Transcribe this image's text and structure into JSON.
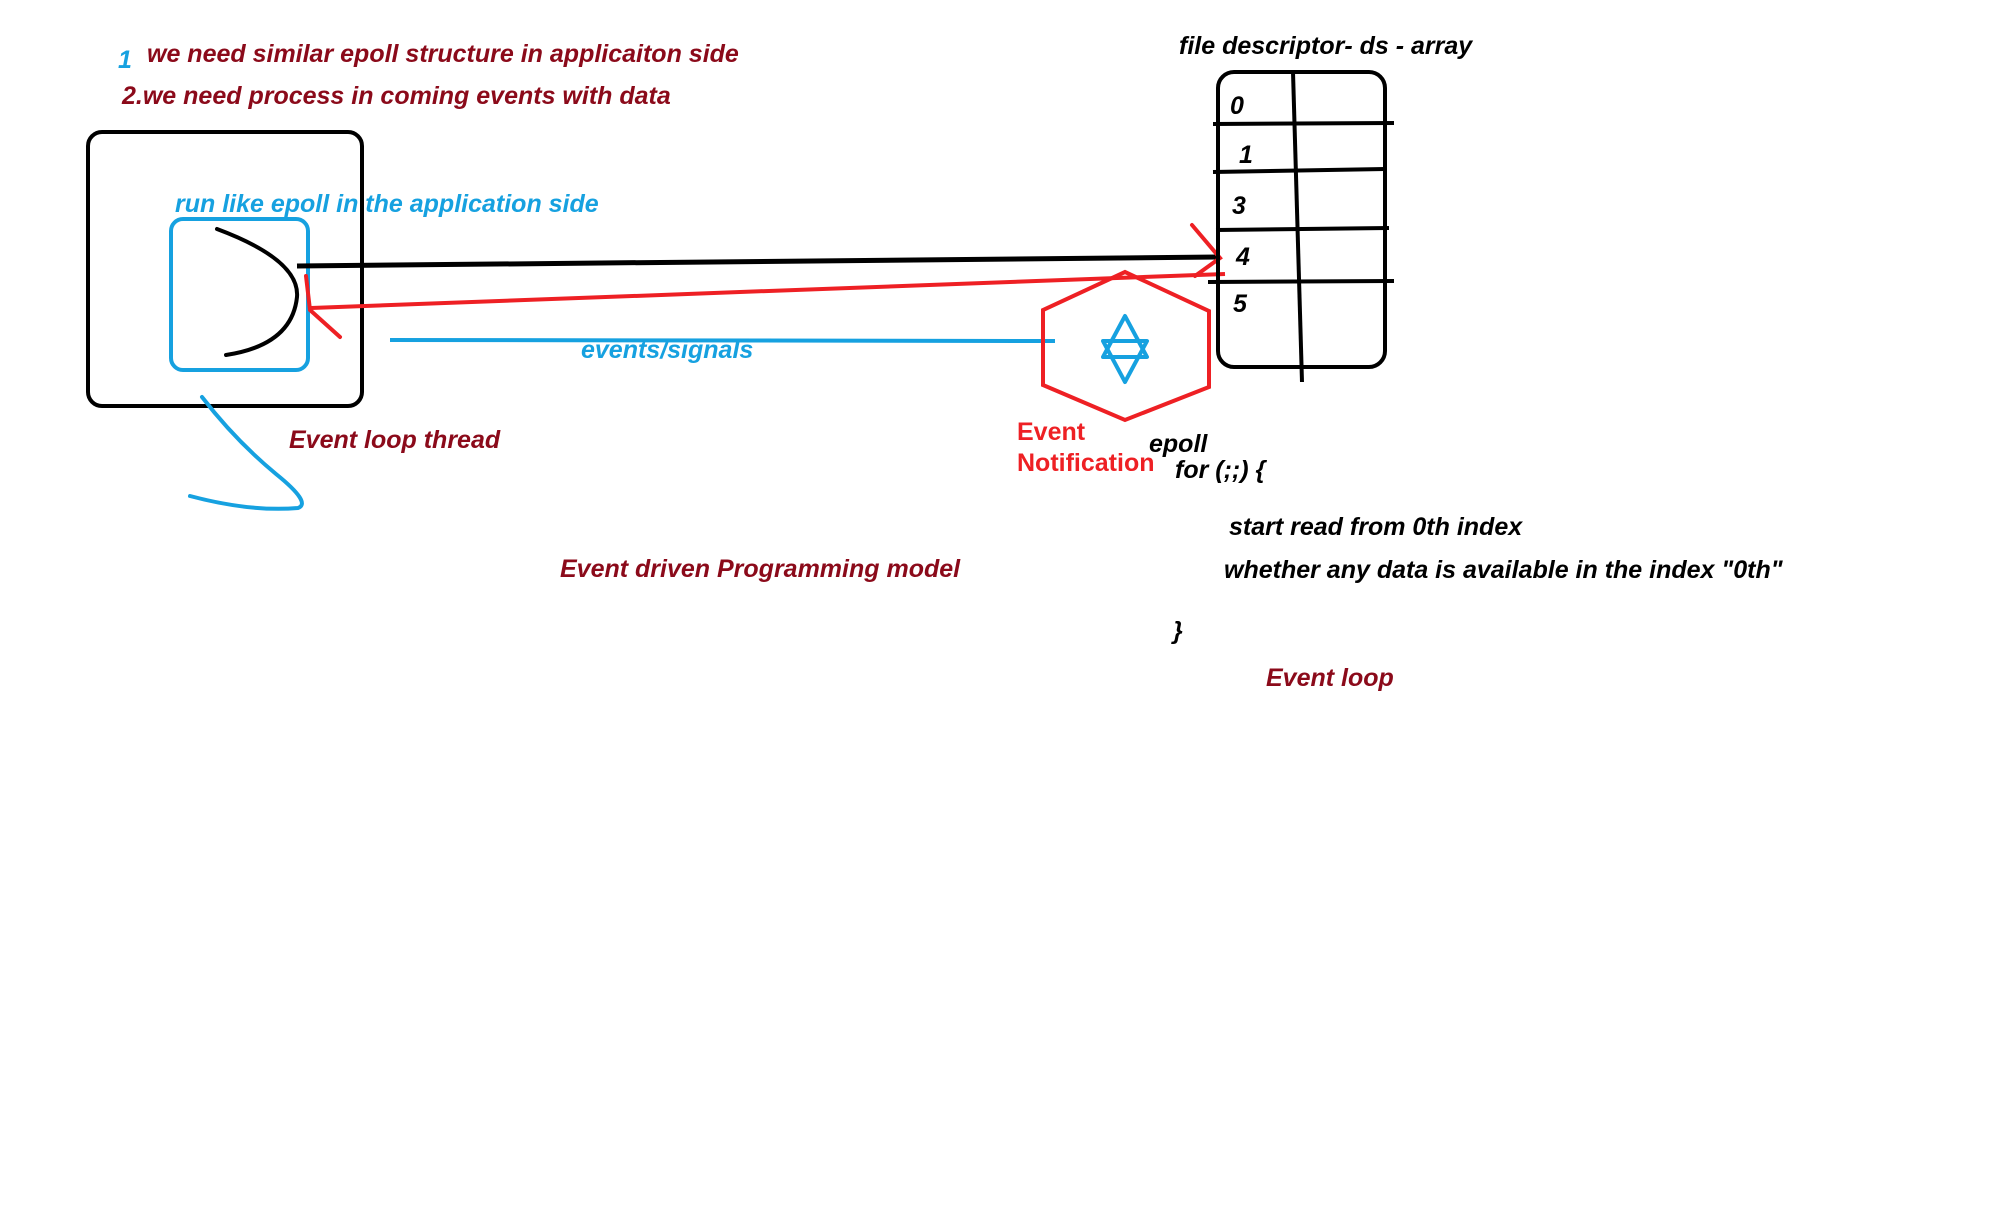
{
  "colors": {
    "dark_red": "#8b0a1a",
    "blue": "#16a1e0",
    "red": "#ee2024",
    "black": "#000000",
    "background": "#ffffff"
  },
  "notes": {
    "note1_number": "1",
    "note1_text": "we need similar epoll structure in applicaiton side",
    "note2_text": "2.we need process in coming events with data"
  },
  "application": {
    "run_label": "run like epoll in the application side",
    "thread_label": "Event loop thread"
  },
  "connections": {
    "signals_label": "events/signals"
  },
  "fd_table": {
    "title": "file descriptor- ds - array",
    "indices": [
      "0",
      "1",
      "3",
      "4",
      "5"
    ]
  },
  "notification": {
    "label_line1": "Event",
    "label_line2": "Notification",
    "icon": "star-of-david-icon"
  },
  "epoll": {
    "label": "epoll",
    "code_open": "for (;;) {",
    "code_line1": "start read from 0th index",
    "code_line2": "whether any data is available in the index \"0th\"",
    "code_close": "}",
    "caption": "Event loop"
  },
  "model_label": "Event driven Programming model"
}
